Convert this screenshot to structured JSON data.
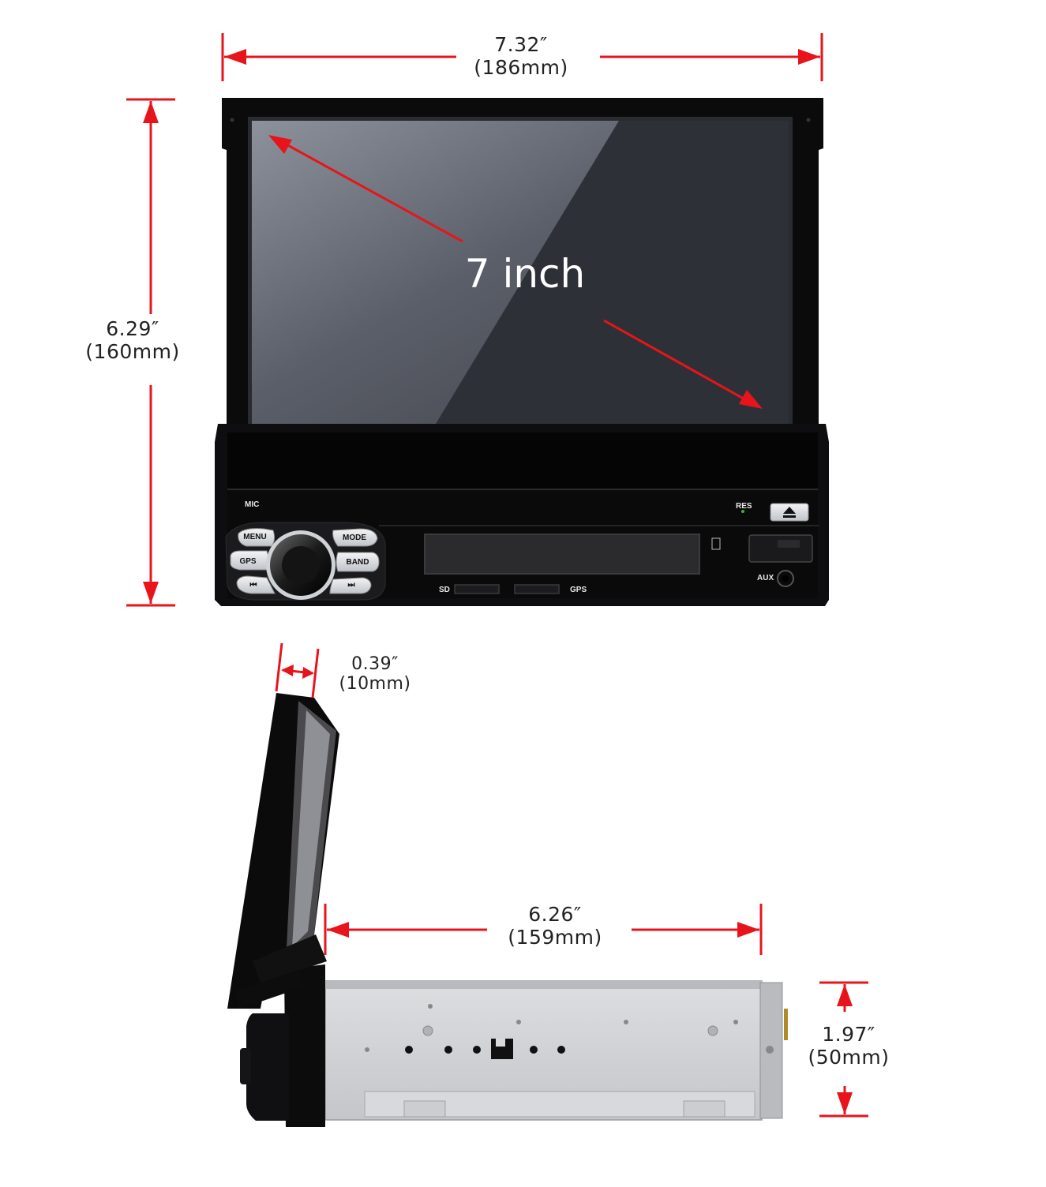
{
  "dimensions": {
    "width": {
      "inch": "7.32″",
      "mm": "(186mm)"
    },
    "height": {
      "inch": "6.29″",
      "mm": "(160mm)"
    },
    "screen_thickness": {
      "inch": "0.39″",
      "mm": "(10mm)"
    },
    "body_depth": {
      "inch": "6.26″",
      "mm": "(159mm)"
    },
    "body_height": {
      "inch": "1.97″",
      "mm": "(50mm)"
    }
  },
  "screen": {
    "size_label": "7 inch"
  },
  "panel": {
    "mic_label": "MIC",
    "res_label": "RES",
    "aux_label": "AUX",
    "sd_label": "SD",
    "gps_slot_label": "GPS",
    "buttons": {
      "menu": "MENU",
      "mode": "MODE",
      "gps": "GPS",
      "band": "BAND",
      "prev": "⏮",
      "next": "⏭",
      "eject": "⏏"
    }
  },
  "colors": {
    "dimension_line": "#e8141b",
    "bezel": "#0b0b0c",
    "chassis": "#cfd1d3"
  }
}
